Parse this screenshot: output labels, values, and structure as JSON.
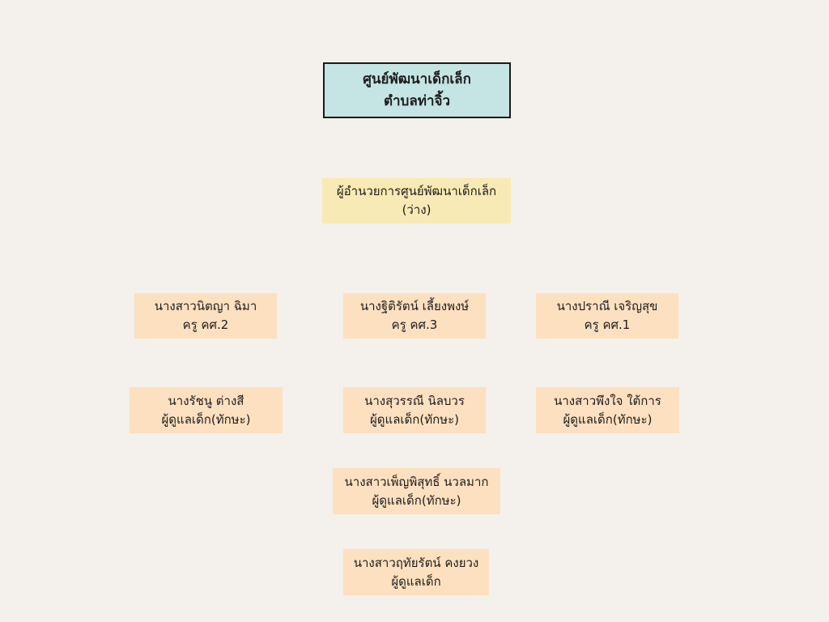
{
  "header": {
    "line1": "ศูนย์พัฒนาเด็กเล็ก",
    "line2": "ตำบลท่าจิ้ว"
  },
  "director": {
    "role": "ผู้อำนวยการศูนย์พัฒนาเด็กเล็ก",
    "status": "(ว่าง)"
  },
  "teachers": [
    {
      "name": "นางสาวนิตญา ฉิมา",
      "position": "ครู คศ.2"
    },
    {
      "name": "นางฐิติรัตน์ เลี้ยงพงษ์",
      "position": "ครู คศ.3"
    },
    {
      "name": "นางปราณี เจริญสุข",
      "position": "ครู คศ.1"
    }
  ],
  "caregivers": [
    {
      "name": "นางรัชนู ต่างสี",
      "position": "ผู้ดูแลเด็ก(ทักษะ)"
    },
    {
      "name": "นางสุวรรณี นิลบวร",
      "position": "ผู้ดูแลเด็ก(ทักษะ)"
    },
    {
      "name": "นางสาวพึงใจ ใต้การ",
      "position": "ผู้ดูแลเด็ก(ทักษะ)"
    },
    {
      "name": "นางสาวเพ็ญพิสุทธิ์ นวลมาก",
      "position": "ผู้ดูแลเด็ก(ทักษะ)"
    },
    {
      "name": "นางสาวฤทัยรัตน์ คงยวง",
      "position": "ผู้ดูแลเด็ก"
    }
  ]
}
